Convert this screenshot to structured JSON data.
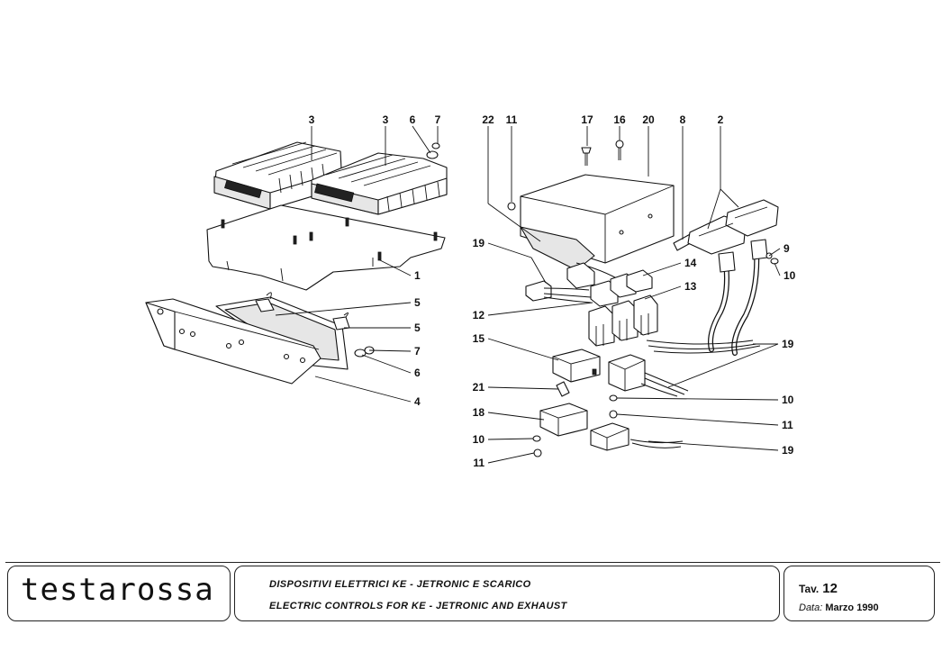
{
  "diagram": {
    "callouts": [
      {
        "id": "c3a",
        "text": "3"
      },
      {
        "id": "c3b",
        "text": "3"
      },
      {
        "id": "c6a",
        "text": "6"
      },
      {
        "id": "c7a",
        "text": "7"
      },
      {
        "id": "c1",
        "text": "1"
      },
      {
        "id": "c5a",
        "text": "5"
      },
      {
        "id": "c5b",
        "text": "5"
      },
      {
        "id": "c7b",
        "text": "7"
      },
      {
        "id": "c6b",
        "text": "6"
      },
      {
        "id": "c4",
        "text": "4"
      },
      {
        "id": "c22",
        "text": "22"
      },
      {
        "id": "c11a",
        "text": "11"
      },
      {
        "id": "c17",
        "text": "17"
      },
      {
        "id": "c16",
        "text": "16"
      },
      {
        "id": "c20",
        "text": "20"
      },
      {
        "id": "c8",
        "text": "8"
      },
      {
        "id": "c2",
        "text": "2"
      },
      {
        "id": "c9",
        "text": "9"
      },
      {
        "id": "c10a",
        "text": "10"
      },
      {
        "id": "c19a",
        "text": "19"
      },
      {
        "id": "c14",
        "text": "14"
      },
      {
        "id": "c13",
        "text": "13"
      },
      {
        "id": "c12",
        "text": "12"
      },
      {
        "id": "c15",
        "text": "15"
      },
      {
        "id": "c19b",
        "text": "19"
      },
      {
        "id": "c21",
        "text": "21"
      },
      {
        "id": "c10b",
        "text": "10"
      },
      {
        "id": "c18",
        "text": "18"
      },
      {
        "id": "c11b",
        "text": "11"
      },
      {
        "id": "c10c",
        "text": "10"
      },
      {
        "id": "c11c",
        "text": "11"
      },
      {
        "id": "c19c",
        "text": "19"
      }
    ]
  },
  "footer": {
    "logo": "testarossa",
    "title_it": "DISPOSITIVI ELETTRICI KE - JETRONIC E SCARICO",
    "title_en": "ELECTRIC CONTROLS FOR KE - JETRONIC AND EXHAUST",
    "tav_label": "Tav.",
    "tav_number": "12",
    "date_label": "Data:",
    "date_value": "Marzo 1990"
  }
}
